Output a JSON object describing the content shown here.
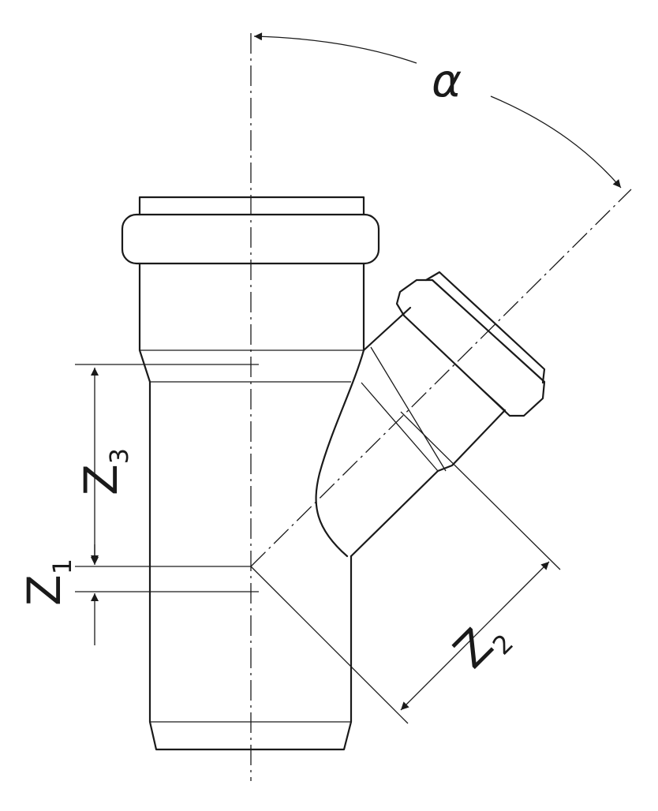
{
  "labels": {
    "alpha": "α",
    "z1": {
      "main": "Z",
      "sub": "1"
    },
    "z2": {
      "main": "Z",
      "sub": "2"
    },
    "z3": {
      "main": "Z",
      "sub": "3"
    }
  }
}
